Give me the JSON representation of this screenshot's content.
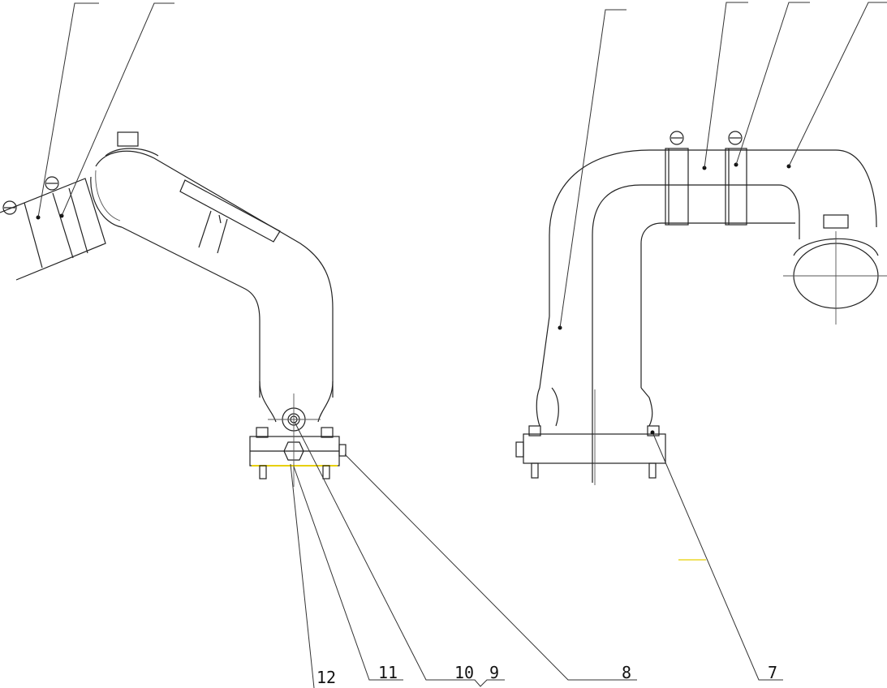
{
  "drawing": {
    "callouts": [
      {
        "id": "12",
        "label": "12"
      },
      {
        "id": "11",
        "label": "11"
      },
      {
        "id": "10",
        "label": "10"
      },
      {
        "id": "9",
        "label": "9"
      },
      {
        "id": "8",
        "label": "8"
      },
      {
        "id": "7",
        "label": "7"
      }
    ],
    "line_color": "#222222",
    "accent_color": "#e8d000"
  }
}
